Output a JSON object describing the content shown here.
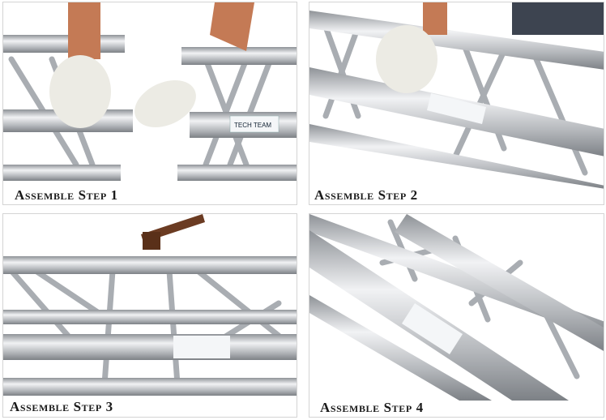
{
  "panels": [
    {
      "caption": "Assemble Step 1"
    },
    {
      "caption": "Assemble Step 2"
    },
    {
      "caption": "Assemble Step 3"
    },
    {
      "caption": "Assemble Step 4"
    }
  ],
  "label_text": "TECH TEAM",
  "colors": {
    "tube": "#b9bcc0",
    "tube_highlight": "#eef0f2",
    "glove": "#ecebe4",
    "hammer": "#6b3b22",
    "border": "#d4d4d4"
  }
}
